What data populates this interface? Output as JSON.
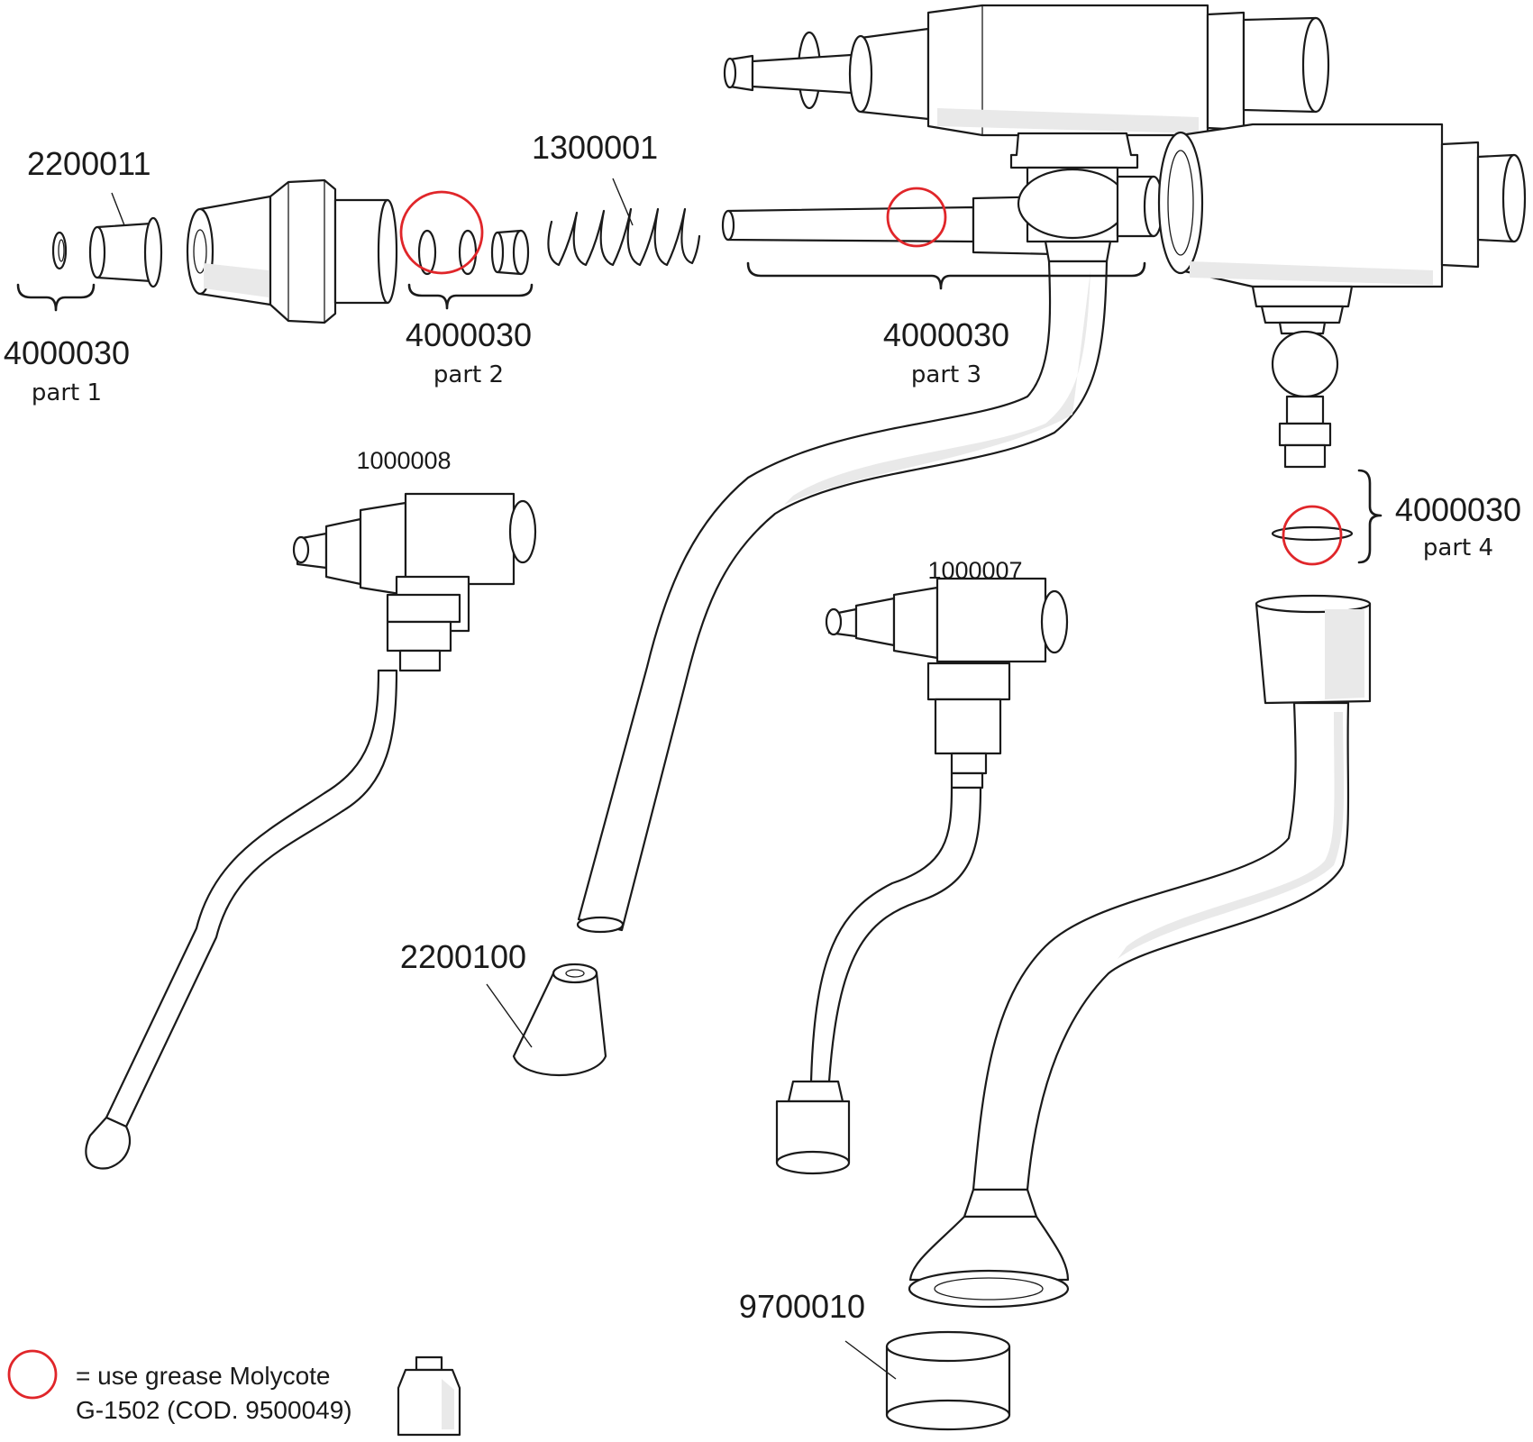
{
  "colors": {
    "grease_mark": "#e0262a",
    "line": "#1a1a1a",
    "shade": "#e9e9e9"
  },
  "parts": {
    "p2200011": "2200011",
    "p1300001": "1300001",
    "p1000008": "1000008",
    "p1000007": "1000007",
    "p2200100": "2200100",
    "p9700010": "9700010"
  },
  "kits": {
    "k1": {
      "code": "4000030",
      "part": "part 1"
    },
    "k2": {
      "code": "4000030",
      "part": "part 2"
    },
    "k3": {
      "code": "4000030",
      "part": "part 3"
    },
    "k4": {
      "code": "4000030",
      "part": "part 4"
    }
  },
  "legend": {
    "line1": "= use grease Molycote",
    "line2": "G-1502 (COD. 9500049)"
  }
}
